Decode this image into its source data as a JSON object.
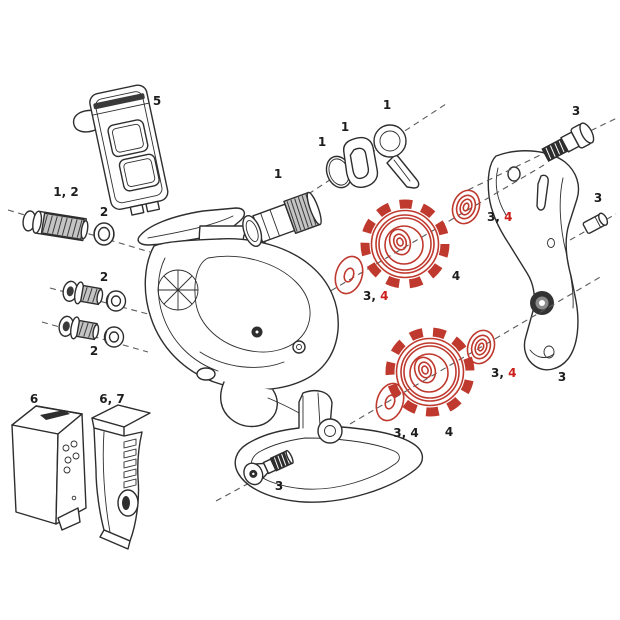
{
  "colors": {
    "background": "#ffffff",
    "line": "#2e2e2e",
    "red": "#bf392e",
    "label": "#1d1d1d",
    "red_label": "#cc1f1a",
    "dash": "#5a5a5a"
  },
  "labels": [
    {
      "text": "5"
    },
    {
      "text": "1, 2"
    },
    {
      "text": "2"
    },
    {
      "text": "1"
    },
    {
      "text": "1"
    },
    {
      "text": "1"
    },
    {
      "text": "1"
    },
    {
      "text": "3"
    },
    {
      "text": "3"
    },
    {
      "black": "3, ",
      "red": "4"
    },
    {
      "black": "3, ",
      "red": "4"
    },
    {
      "text": "4"
    },
    {
      "black": "3, ",
      "red": "4"
    },
    {
      "text": "3, 4"
    },
    {
      "text": "4"
    },
    {
      "text": "3"
    },
    {
      "text": "2"
    },
    {
      "text": "2"
    },
    {
      "text": "3"
    },
    {
      "text": "6"
    },
    {
      "text": "6, 7"
    }
  ]
}
